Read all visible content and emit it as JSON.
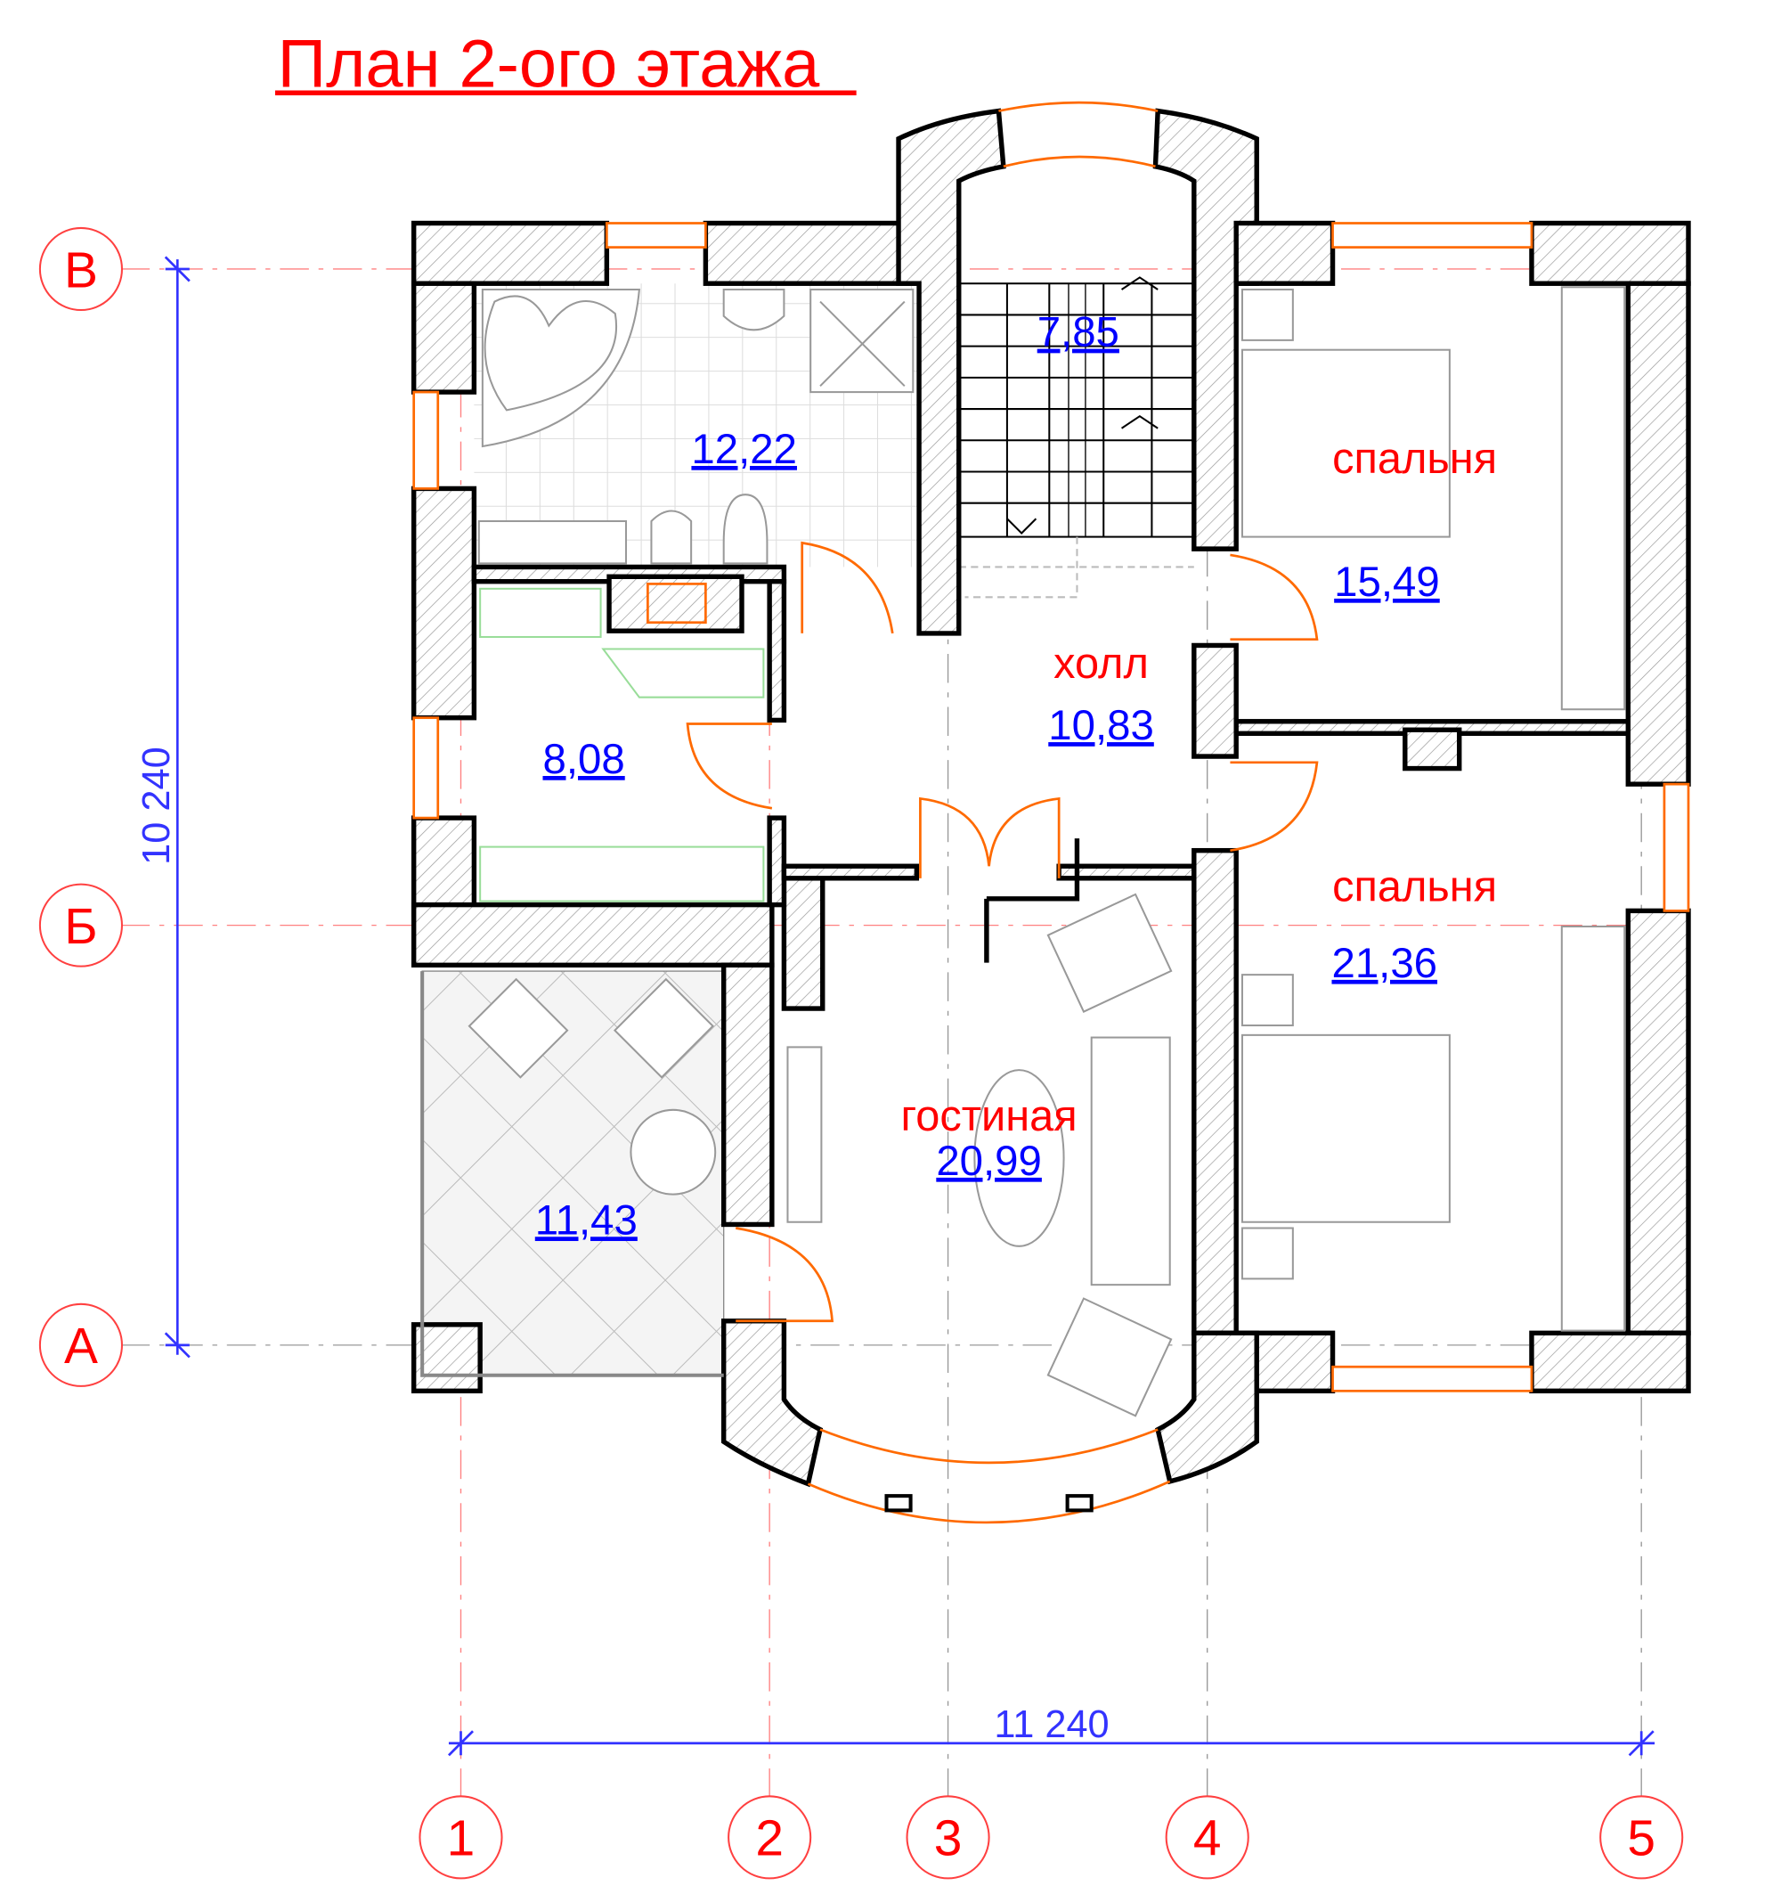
{
  "title": "План 2-ого этажа",
  "axes": {
    "rows": [
      "В",
      "Б",
      "А"
    ],
    "columns": [
      "1",
      "2",
      "3",
      "4",
      "5"
    ]
  },
  "dimensions": {
    "vertical": "10 240",
    "horizontal": "11 240"
  },
  "rooms": {
    "bathroom": {
      "area": "12,22"
    },
    "stair": {
      "area": "7,85"
    },
    "bedroom_1": {
      "name": "спальня",
      "area": "15,49"
    },
    "hall": {
      "name": "холл",
      "area": "10,83"
    },
    "closet": {
      "area": "8,08"
    },
    "bedroom_2": {
      "name": "спальня",
      "area": "21,36"
    },
    "living": {
      "name": "гостиная",
      "area": "20,99"
    },
    "balcony": {
      "area": "11,43"
    }
  },
  "colors": {
    "labels": "#ff0000",
    "areas": "#0000ff",
    "openings": "#ff6a00",
    "dimension": "#3333ff"
  }
}
